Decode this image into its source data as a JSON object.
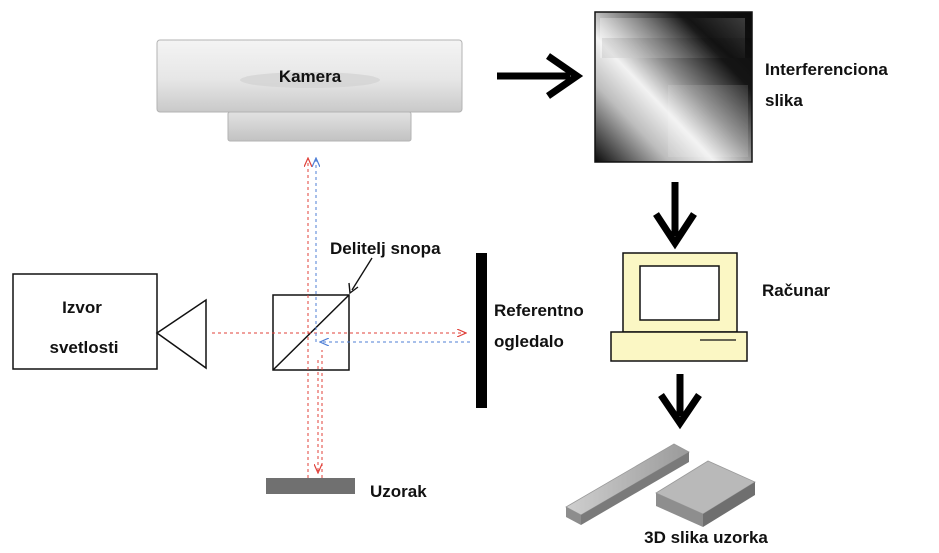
{
  "labels": {
    "camera": "Kamera",
    "interference_image_line1": "Interferenciona",
    "interference_image_line2": "slika",
    "beam_splitter": "Delitelj snopa",
    "light_source_line1": "Izvor",
    "light_source_line2": "svetlosti",
    "reference_mirror_line1": "Referentno",
    "reference_mirror_line2": "ogledalo",
    "computer": "Računar",
    "sample": "Uzorak",
    "result_3d": "3D slika uzorka"
  },
  "colors": {
    "beam_red": "#e0413a",
    "beam_blue": "#4f7fd6",
    "outline": "#111111",
    "computer_fill": "#fbf7c4",
    "sample_fill": "#707070"
  }
}
